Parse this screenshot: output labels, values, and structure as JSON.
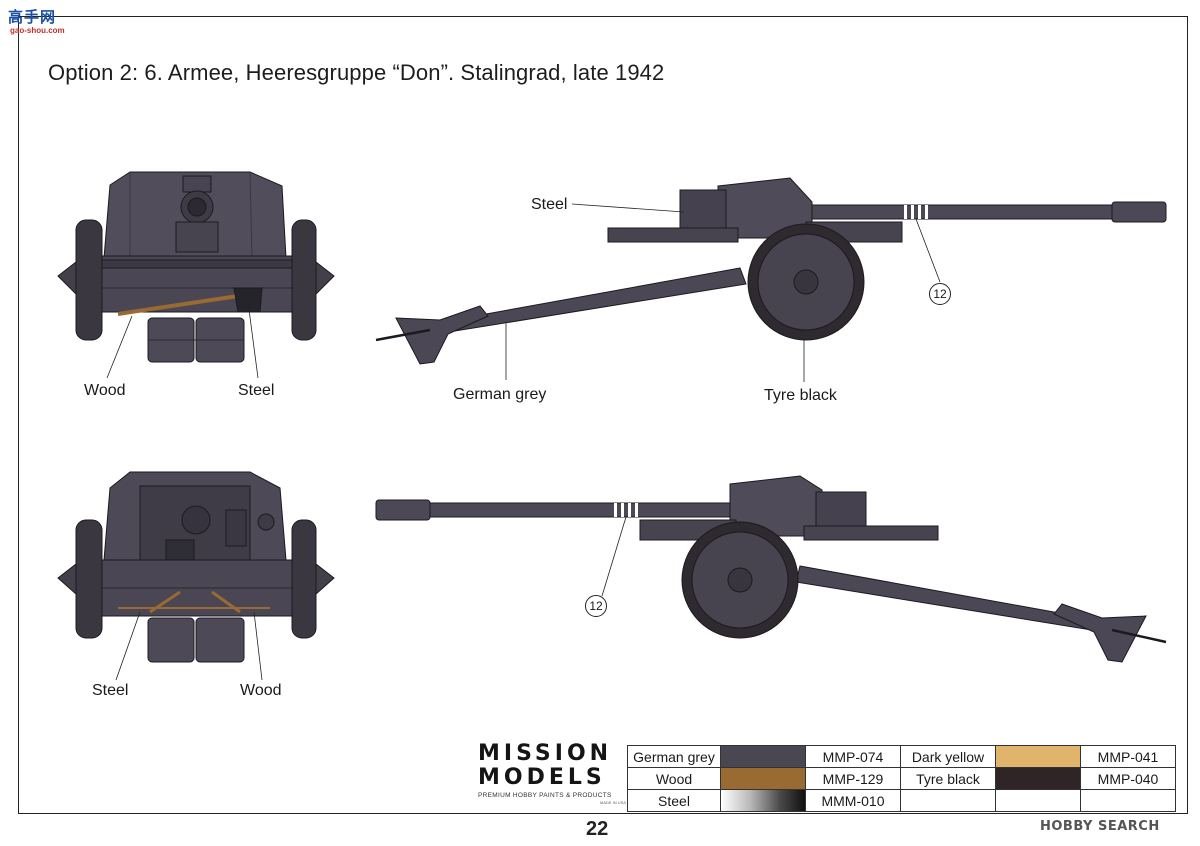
{
  "watermark": {
    "cn": "高手网",
    "url": "gao-shou.com",
    "bottom_right": "HOBBY SEARCH"
  },
  "title": "Option 2: 6. Armee, Heeresgruppe “Don”. Stalingrad, late 1942",
  "labels": {
    "front_wood": "Wood",
    "front_steel": "Steel",
    "rear_steel": "Steel",
    "rear_wood": "Wood",
    "side_steel": "Steel",
    "side_german_grey": "German grey",
    "side_tyre_black": "Tyre black",
    "callout_top": "12",
    "callout_bottom": "12"
  },
  "brand": {
    "line1": "MISSION",
    "line2": "MODELS",
    "tagline": "PREMIUM HOBBY PAINTS & PRODUCTS",
    "small": "MADE IN USA"
  },
  "palette": [
    {
      "name": "German grey",
      "color": "#4a4652",
      "code": "MMP-074",
      "name2": "Dark yellow",
      "color2": "#e1b46c",
      "code2": "MMP-041"
    },
    {
      "name": "Wood",
      "color": "#9a6a33",
      "code": "MMP-129",
      "name2": "Tyre black",
      "color2": "#2f2526",
      "code2": "MMP-040"
    },
    {
      "name": "Steel",
      "color": "steel-gradient",
      "code": "MMM-010",
      "name2": "",
      "color2": "",
      "code2": ""
    }
  ],
  "page_number": "22"
}
